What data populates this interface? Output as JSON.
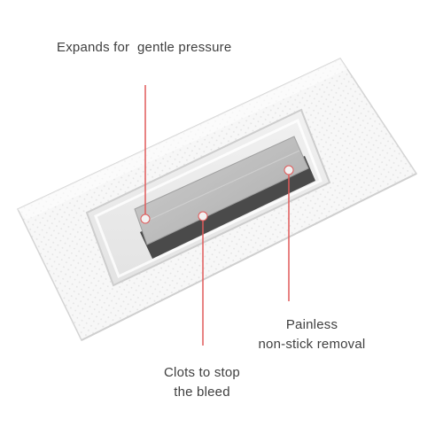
{
  "callouts": [
    {
      "text": "Expands for  gentle pressure"
    },
    {
      "text": "Painless\nnon-stick removal"
    },
    {
      "text": "Clots to stop\nthe bleed"
    }
  ],
  "colors": {
    "background": "#ffffff",
    "callout_line": "#e05a5a",
    "callout_dot": "#f2f2f2",
    "text": "#3f3f3f"
  }
}
